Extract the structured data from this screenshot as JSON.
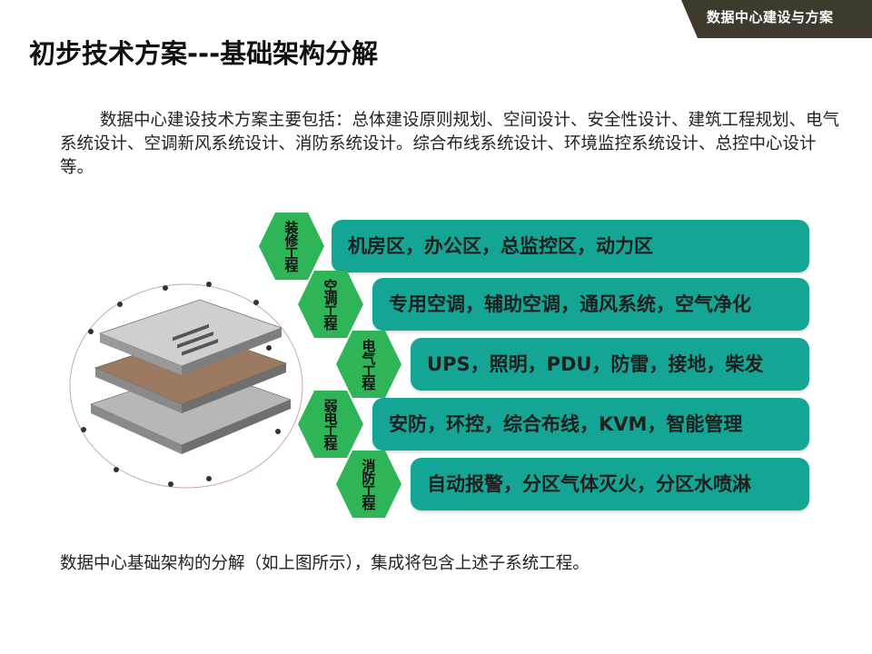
{
  "header": {
    "corner_label": "数据中心建设与方案"
  },
  "title": "初步技术方案---基础架构分解",
  "intro": "数据中心建设技术方案主要包括：总体建设原则规划、空间设计、安全性设计、建筑工程规划、电气系统设计、空调新风系统设计、消防系统设计。综合布线系统设计、环境监控系统设计、总控中心设计等。",
  "rows": [
    {
      "tag": "装修工程",
      "content": "机房区，办公区，总监控区，动力区"
    },
    {
      "tag": "空调工程",
      "content": "专用空调，辅助空调，通风系统，空气净化"
    },
    {
      "tag": "电气工程",
      "content": "UPS，照明，PDU，防雷，接地，柴发"
    },
    {
      "tag": "弱电工程",
      "content": "安防，环控，综合布线，KVM，智能管理"
    },
    {
      "tag": "消防工程",
      "content": "自动报警，分区气体灭火，分区水喷淋"
    }
  ],
  "footer": "数据中心基础架构的分解（如上图所示），集成将包含上述子系统工程。",
  "colors": {
    "bar": "#14a594",
    "hex": "#2fb558",
    "corner": "#3f3a2e"
  }
}
